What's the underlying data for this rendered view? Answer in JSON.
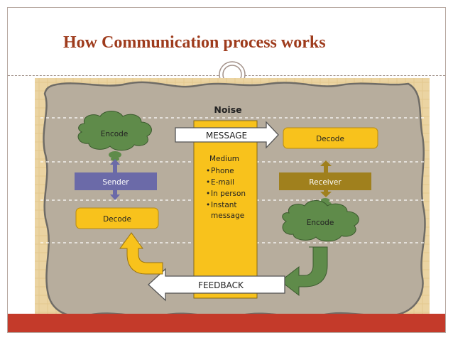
{
  "slide": {
    "title": "How Communication process works"
  },
  "diagram": {
    "noise_label": "Noise",
    "message_label": "MESSAGE",
    "feedback_label": "FEEDBACK",
    "sender": {
      "encode_label": "Encode",
      "sender_label": "Sender",
      "decode_label": "Decode"
    },
    "receiver": {
      "decode_label": "Decode",
      "receiver_label": "Receiver",
      "encode_label": "Encode"
    },
    "medium": {
      "heading": "Medium",
      "items": [
        "Phone",
        "E-mail",
        "In person",
        "Instant",
        "message"
      ]
    },
    "colors": {
      "parchment": "#ebd4a2",
      "noise": "#b7ad9d",
      "cloud": "#5f8b4a",
      "yellow": "#f8c21c",
      "sender_box": "#6b6aa8",
      "receiver_box": "#a0801d",
      "title": "#9e3b1c",
      "bottom_bar": "#c43a2a"
    }
  }
}
